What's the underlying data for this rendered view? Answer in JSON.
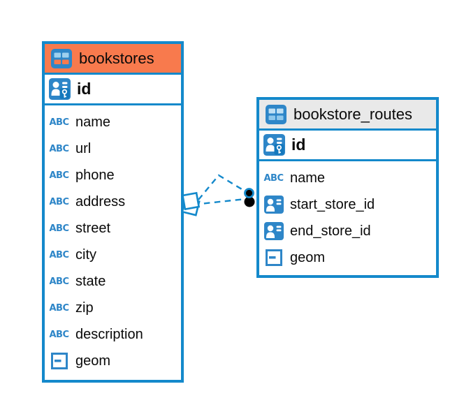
{
  "colors": {
    "accent_blue": "#1489cb",
    "icon_blue": "#2e86c8",
    "bookstores_header_bg": "#f87a4d",
    "routes_header_bg": "#e9e9e9",
    "relationship_line": "#1489cb",
    "text": "#0a0a0a"
  },
  "icons": {
    "text_type_label": "ABC"
  },
  "tables": [
    {
      "title": "bookstores",
      "primary_key": {
        "label": "id"
      },
      "columns": [
        {
          "label": "name",
          "type": "text"
        },
        {
          "label": "url",
          "type": "text"
        },
        {
          "label": "phone",
          "type": "text"
        },
        {
          "label": "address",
          "type": "text"
        },
        {
          "label": "street",
          "type": "text"
        },
        {
          "label": "city",
          "type": "text"
        },
        {
          "label": "state",
          "type": "text"
        },
        {
          "label": "zip",
          "type": "text"
        },
        {
          "label": "description",
          "type": "text"
        },
        {
          "label": "geom",
          "type": "geometry"
        }
      ]
    },
    {
      "title": "bookstore_routes",
      "primary_key": {
        "label": "id"
      },
      "columns": [
        {
          "label": "name",
          "type": "text"
        },
        {
          "label": "start_store_id",
          "type": "reference"
        },
        {
          "label": "end_store_id",
          "type": "reference"
        },
        {
          "label": "geom",
          "type": "geometry"
        }
      ]
    }
  ],
  "relationship": {
    "from_table": "bookstores",
    "to_table": "bookstore_routes",
    "line_style": "dashed",
    "branch_count": 2
  }
}
